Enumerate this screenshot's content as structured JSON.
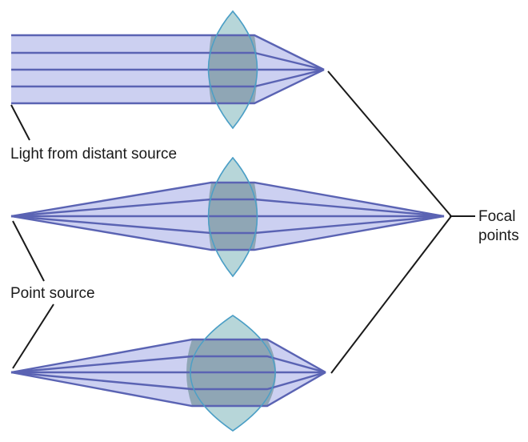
{
  "labels": {
    "distant_source": "Light from distant source",
    "point_source": "Point source",
    "focal_points": "Focal\npoints"
  },
  "colors": {
    "beam_fill": "#c9cdf0",
    "ray": "#5a63b3",
    "lens_fill": "#b7d6d9",
    "lens_stroke": "#4c9fc6",
    "overlap": "#8fa6b5",
    "leader": "#1a1a1a"
  }
}
